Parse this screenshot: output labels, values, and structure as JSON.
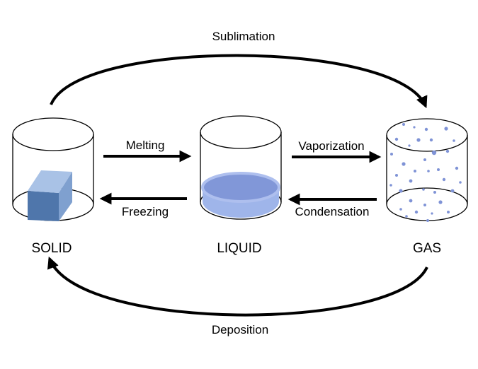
{
  "states": {
    "solid": "SOLID",
    "liquid": "LIQUID",
    "gas": "GAS"
  },
  "processes": {
    "sublimation": "Sublimation",
    "deposition": "Deposition",
    "melting": "Melting",
    "freezing": "Freezing",
    "vaporization": "Vaporization",
    "condensation": "Condensation"
  },
  "colors": {
    "line": "#000000",
    "cube_front": "#4f76ab",
    "cube_top": "#a9c2e6",
    "cube_side": "#7fa0cf",
    "liquid_body": "#9fb5ea",
    "liquid_surface": "#7f95d8",
    "gas_particle": "#7f93d6"
  }
}
